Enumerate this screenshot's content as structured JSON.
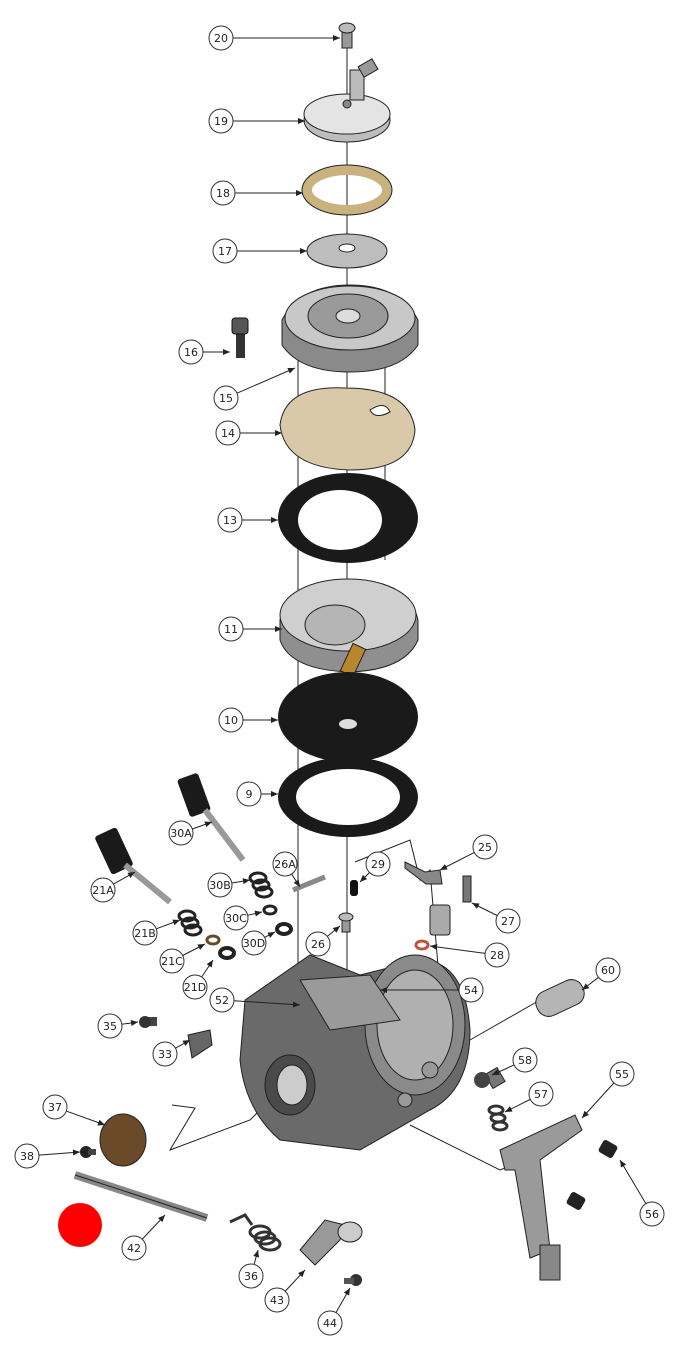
{
  "diagram": {
    "type": "exploded-parts-diagram",
    "callouts": [
      "20",
      "19",
      "18",
      "17",
      "16",
      "15",
      "14",
      "13",
      "11",
      "10",
      "9",
      "30A",
      "26A",
      "29",
      "25",
      "21A",
      "30B",
      "30C",
      "27",
      "21B",
      "30D",
      "26",
      "28",
      "21C",
      "21D",
      "54",
      "60",
      "52",
      "35",
      "33",
      "58",
      "55",
      "37",
      "57",
      "38",
      "56",
      "42",
      "36",
      "43",
      "44"
    ],
    "colors": {
      "gasket_beige": "#d9c9a8",
      "ring_beige": "#d8c49a",
      "gasket_black": "#1a1a1a",
      "metal_light": "#cfcfcf",
      "metal_dark": "#5a5a5a",
      "brass": "#b8862f",
      "brown_plate": "#6b4a2a",
      "copper_washer": "#c0543a",
      "marker_red": "#ff0000"
    }
  }
}
